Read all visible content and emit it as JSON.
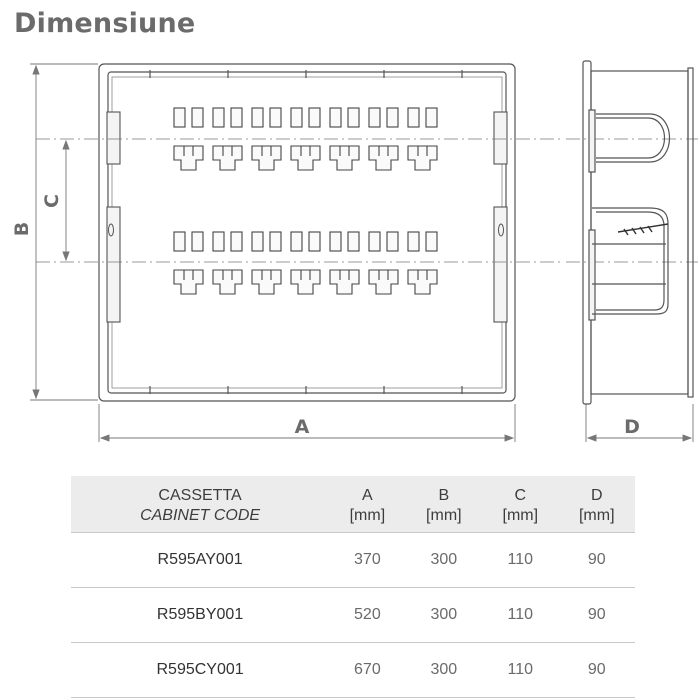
{
  "page": {
    "title": "Dimensiune"
  },
  "dimension_labels": {
    "a": "A",
    "b": "B",
    "c": "C",
    "d": "D"
  },
  "table": {
    "headers": [
      {
        "main": "CASSETTA",
        "sub": "CABINET CODE"
      },
      {
        "main": "A",
        "sub": "[mm]"
      },
      {
        "main": "B",
        "sub": "[mm]"
      },
      {
        "main": "C",
        "sub": "[mm]"
      },
      {
        "main": "D",
        "sub": "[mm]"
      }
    ],
    "rows": [
      [
        "R595AY001",
        "370",
        "300",
        "110",
        "90"
      ],
      [
        "R595BY001",
        "520",
        "300",
        "110",
        "90"
      ],
      [
        "R595CY001",
        "670",
        "300",
        "110",
        "90"
      ]
    ]
  }
}
